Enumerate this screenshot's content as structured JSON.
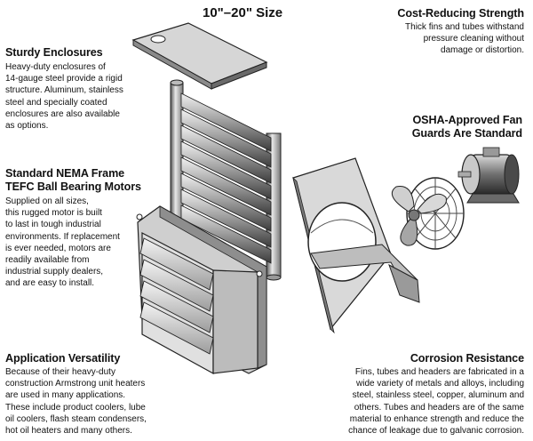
{
  "title": "10\"–20\" Size",
  "sections": {
    "sturdy": {
      "heading": "Sturdy Enclosures",
      "lines": [
        "Heavy-duty enclosures of",
        "14-gauge steel provide a rigid",
        "structure. Aluminum, stainless",
        "steel and specially coated",
        "enclosures are also available",
        "as options."
      ]
    },
    "nema": {
      "heading_lines": [
        "Standard NEMA Frame",
        "TEFC Ball Bearing Motors"
      ],
      "lines": [
        "Supplied on all sizes,",
        "this rugged motor is built",
        "to last in tough industrial",
        "environments. If replacement",
        "is ever needed, motors are",
        "readily available from",
        "industrial supply dealers,",
        "and are easy to install."
      ]
    },
    "application": {
      "heading": "Application Versatility",
      "lines": [
        "Because of their heavy-duty",
        "construction Armstrong unit heaters",
        "are used in many applications.",
        "These include product coolers, lube",
        "oil coolers, flash steam condensers,",
        "hot oil heaters and many others."
      ]
    },
    "cost": {
      "heading": "Cost-Reducing Strength",
      "lines": [
        "Thick fins and tubes withstand",
        "pressure cleaning without",
        "damage or distortion."
      ]
    },
    "osha": {
      "heading_lines": [
        "OSHA-Approved Fan",
        "Guards Are Standard"
      ]
    },
    "corrosion": {
      "heading": "Corrosion Resistance",
      "lines": [
        "Fins, tubes and headers are fabricated in a",
        "wide variety of metals and alloys, including",
        "steel, stainless steel, copper, aluminum and",
        "others. Tubes and headers are of the same",
        "material to enhance strength and reduce the",
        "chance of leakage due to galvanic corrosion."
      ]
    }
  }
}
